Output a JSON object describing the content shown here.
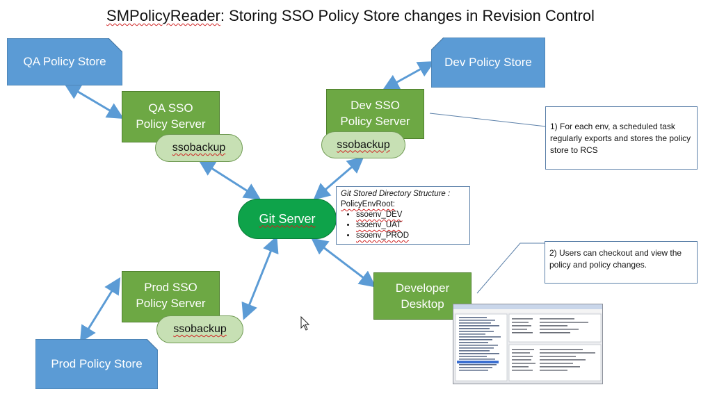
{
  "title": {
    "prefix": "SMPolicyReader",
    "rest": ":  Storing SSO Policy Store changes in Revision Control"
  },
  "stores": {
    "qa": "QA Policy Store",
    "dev": "Dev Policy Store",
    "prod": "Prod Policy Store"
  },
  "servers": {
    "qa": {
      "line1": "QA SSO",
      "line2": "Policy Server"
    },
    "dev": {
      "line1": "Dev SSO",
      "line2": "Policy Server"
    },
    "prod": {
      "line1": "Prod  SSO",
      "line2": "Policy Server"
    }
  },
  "backup_label": "ssobackup",
  "git_server": "Git Server",
  "developer_desktop": {
    "line1": "Developer",
    "line2": "Desktop"
  },
  "directory": {
    "heading": "Git Stored Directory Structure :",
    "root": "PolicyEnvRoot:",
    "items": [
      "ssoenv_DEV",
      "ssoenv_UAT",
      "ssoenv_PROD"
    ]
  },
  "callouts": {
    "one": "1) For each env, a scheduled task regularly exports and stores the policy store to RCS",
    "two": "2) Users can checkout and view the policy and policy changes."
  },
  "colors": {
    "store_blue": "#5b9bd5",
    "server_green": "#6da844",
    "backup_green": "#c7e0b4",
    "git_green": "#0ea34a",
    "arrow_blue": "#5b9bd5"
  }
}
